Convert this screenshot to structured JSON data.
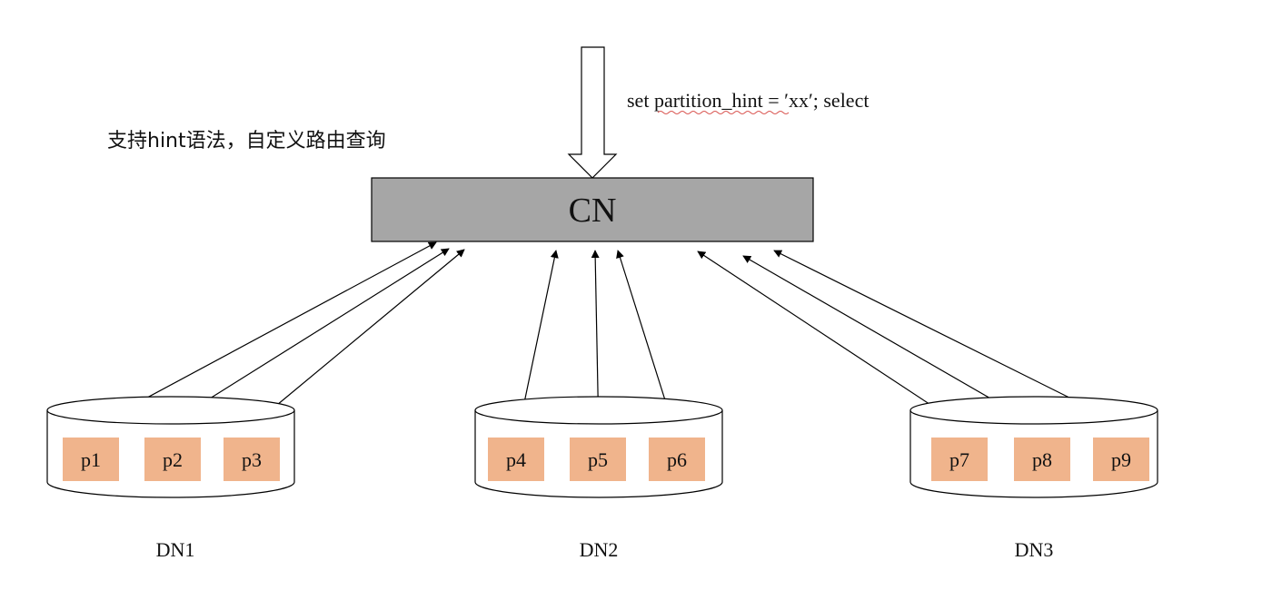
{
  "caption": "支持hint语法，自定义路由查询",
  "sql": {
    "prefix": "set ",
    "keyword": "partition_hint",
    "suffix": " =    ′xx′; select"
  },
  "cn": {
    "label": "CN"
  },
  "data_nodes": [
    {
      "label": "DN1",
      "partitions": [
        "p1",
        "p2",
        "p3"
      ]
    },
    {
      "label": "DN2",
      "partitions": [
        "p4",
        "p5",
        "p6"
      ]
    },
    {
      "label": "DN3",
      "partitions": [
        "p7",
        "p8",
        "p9"
      ]
    }
  ],
  "colors": {
    "cn_fill": "#a6a6a6",
    "partition_fill": "#f0b48c",
    "spell_underline": "#d9534f"
  }
}
